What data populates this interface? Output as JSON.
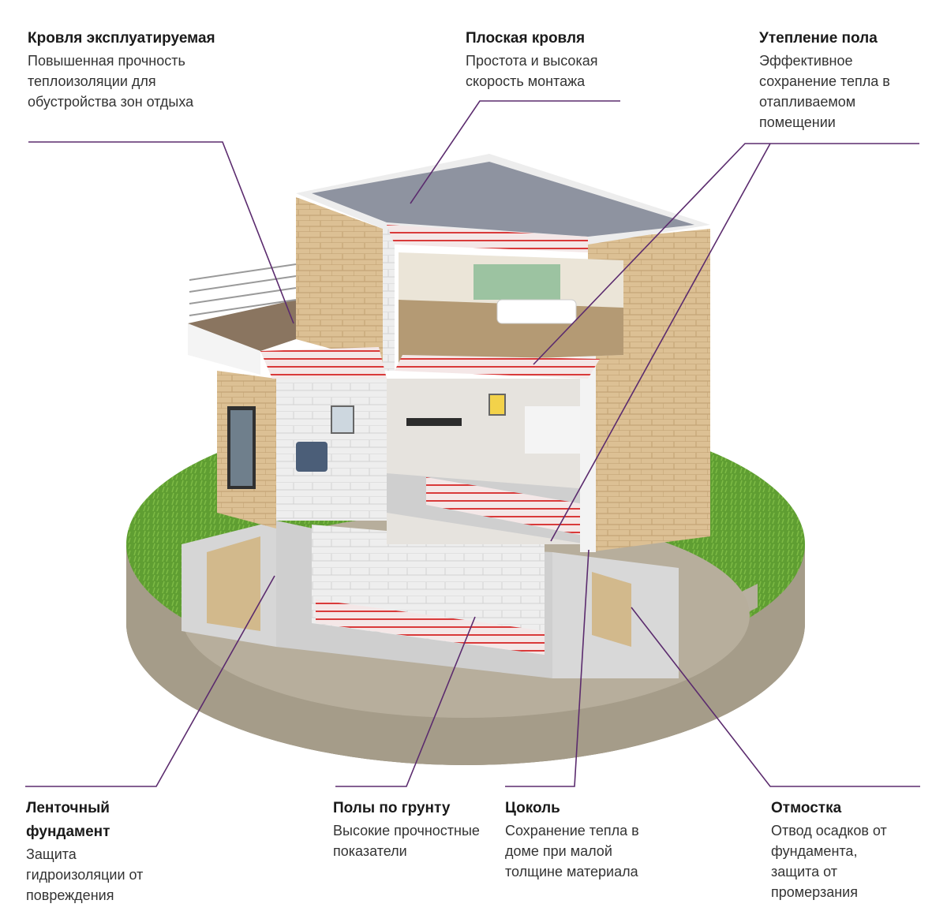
{
  "accent_color": "#5b2b6e",
  "callouts": {
    "roof_exploitable": {
      "title": "Кровля эксплуатируемая",
      "desc": "Повышенная прочность теплоизоляции для обустройства зон отдыха"
    },
    "flat_roof": {
      "title": "Плоская кровля",
      "desc": "Простота и высокая скорость монтажа"
    },
    "floor_insulation": {
      "title": "Утепление пола",
      "desc": "Эффективное сохранение тепла в отапливаемом помещении"
    },
    "strip_foundation": {
      "title": "Ленточный фундамент",
      "desc": "Защита гидроизоляции от повреждения"
    },
    "ground_floors": {
      "title": "Полы по грунту",
      "desc": "Высокие прочностные показатели"
    },
    "plinth": {
      "title": "Цоколь",
      "desc": "Сохранение тепла в доме при малой толщине материала"
    },
    "blind_area": {
      "title": "Отмостка",
      "desc": "Отвод осадков от фундамента, защита от промерзания"
    }
  }
}
